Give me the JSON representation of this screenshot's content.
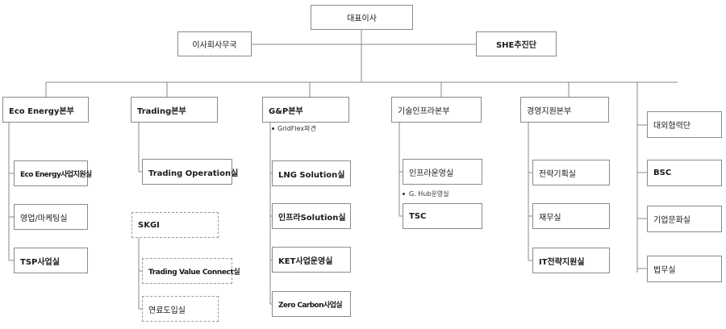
{
  "org": {
    "ceo": "대표이사",
    "board_office": "이사회사무국",
    "she_team": "SHE추진단"
  },
  "divisions": {
    "eco_energy": {
      "name": "Eco Energy본부",
      "units": [
        "Eco Energy사업지원실",
        "영업/마케팅실",
        "TSP사업실"
      ]
    },
    "trading": {
      "name": "Trading본부",
      "units": [
        "Trading Operation실"
      ],
      "subsidiary": {
        "name": "SKGI",
        "units": [
          "Trading Value Connect실",
          "연료도입실"
        ]
      }
    },
    "gp": {
      "name": "G&P본부",
      "note": "GridFlex파견",
      "units": [
        "LNG Solution실",
        "인프라Solution실",
        "KET사업운영실",
        "Zero Carbon사업실"
      ]
    },
    "tech_infra": {
      "name": "기술인프라본부",
      "units": [
        "인프라운영실",
        "TSC"
      ],
      "note": "G. Hub운영실"
    },
    "management": {
      "name": "경영지원본부",
      "units": [
        "전략기획실",
        "재무실",
        "IT전략지원실"
      ]
    },
    "standalone": [
      "대외협력단",
      "BSC",
      "기업문화실",
      "법무실"
    ]
  },
  "colors": {
    "line": "#8a8a8a",
    "border": "#8a8a8a",
    "text": "#1a1a1a"
  }
}
